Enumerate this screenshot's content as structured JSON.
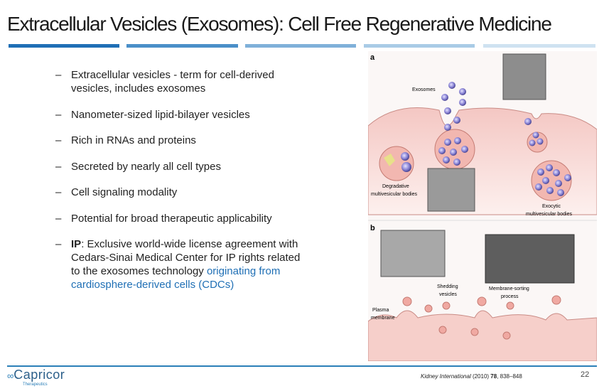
{
  "title": "Extracellular Vesicles (Exosomes): Cell Free Regenerative Medicine",
  "title_bar_colors": [
    "#1f6fb5",
    "#4a8fc8",
    "#7fb0d9",
    "#a9cbe6",
    "#cfe2f1"
  ],
  "bullets": [
    {
      "text": "Extracellular vesicles - term for cell-derived vesicles, includes exosomes"
    },
    {
      "text": "Nanometer-sized lipid-bilayer vesicles"
    },
    {
      "text": "Rich in RNAs and proteins"
    },
    {
      "text": "Secreted by nearly all cell types"
    },
    {
      "text": "Cell signaling modality"
    },
    {
      "text": "Potential for broad therapeutic applicability"
    },
    {
      "bold": "IP",
      "text": ": Exclusive world-wide license agreement with Cedars-Sinai Medical Center for IP rights related to the exosomes technology ",
      "highlight": "originating from cardiosphere-derived cells (CDCs)"
    }
  ],
  "bullet_marker": "–",
  "figure": {
    "panel_a": "a",
    "panel_b": "b",
    "labels": {
      "exosomes": "Exosomes",
      "degradative_1": "Degradative",
      "degradative_2": "multivesicular bodies",
      "exocytic_1": "Exocytic",
      "exocytic_2": "multivesicular bodies",
      "shedding_1": "Shedding",
      "shedding_2": "vesicles",
      "sorting_1": "Membrane-sorting",
      "sorting_2": "process",
      "plasma_1": "Plasma",
      "plasma_2": "membrane"
    }
  },
  "footer": {
    "logo_name": "Capricor",
    "logo_sub": "Therapeutics",
    "citation_journal": "Kidney International",
    "citation_year": " (2010) ",
    "citation_volume": "78",
    "citation_pages": ", 838–848",
    "page_number": "22"
  }
}
